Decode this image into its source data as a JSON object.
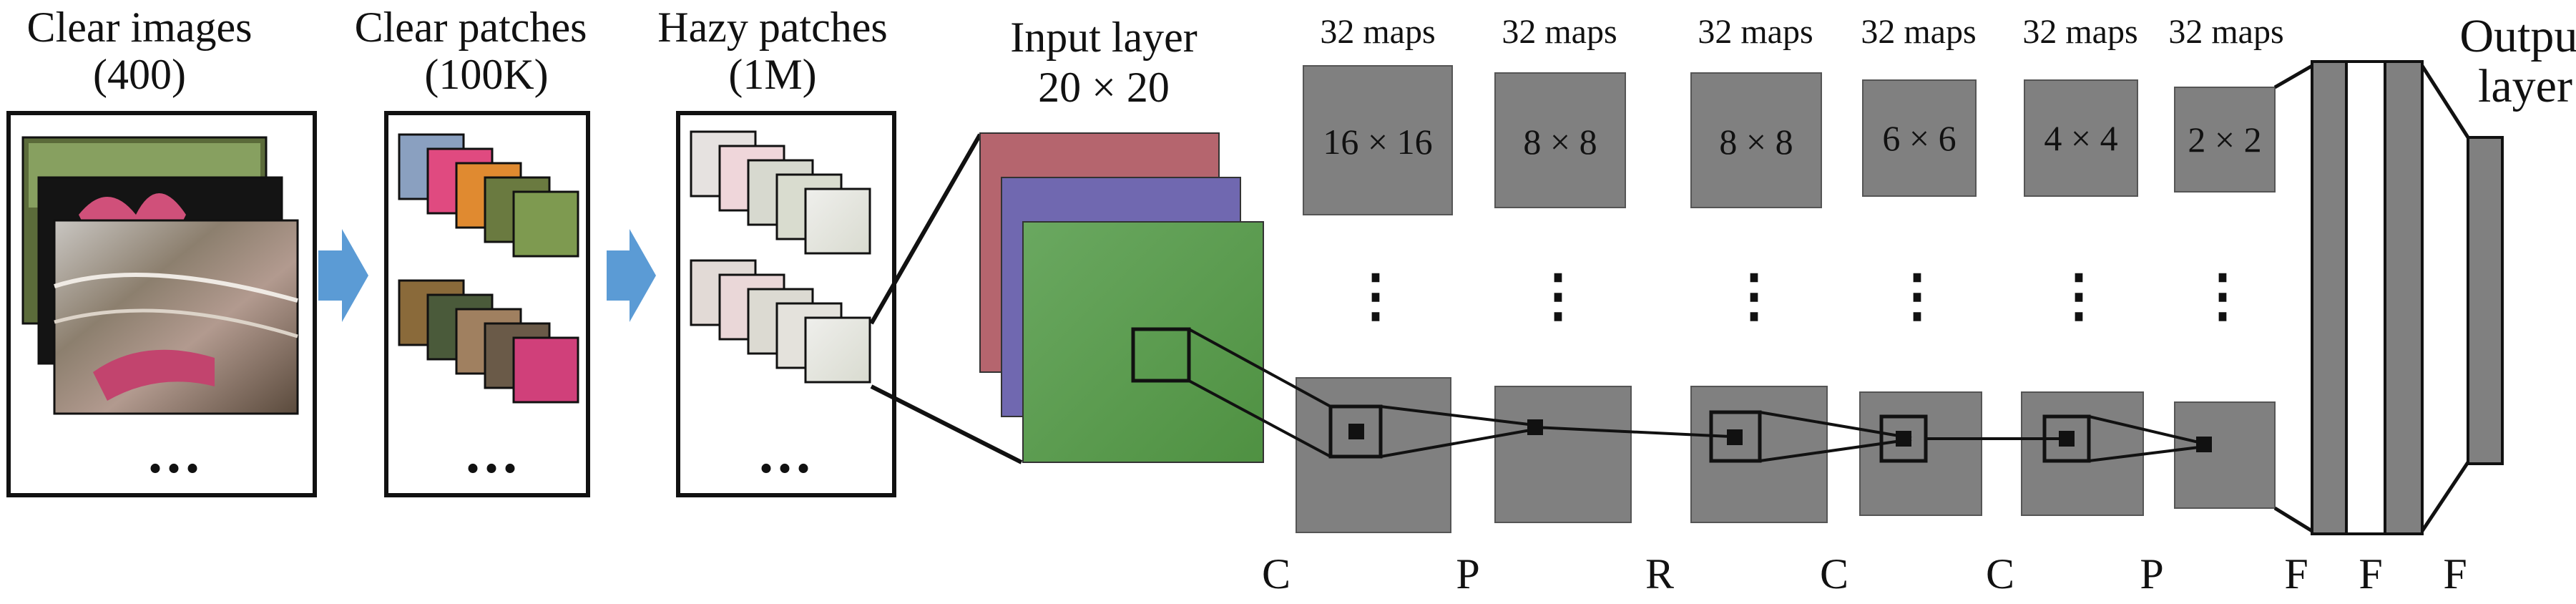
{
  "stages": {
    "clear_images": {
      "line1": "Clear images",
      "line2": "(400)",
      "more": "..."
    },
    "clear_patches": {
      "line1": "Clear patches",
      "line2": "(100K)",
      "more": "..."
    },
    "hazy_patches": {
      "line1": "Hazy patches",
      "line2": "(1M)",
      "more": "..."
    }
  },
  "input_layer": {
    "title": "Input layer",
    "size": "20 × 20"
  },
  "maps_labels": [
    "32 maps",
    "32 maps",
    "32 maps",
    "32 maps",
    "32 maps",
    "32 maps"
  ],
  "map_sizes": [
    "16 × 16",
    "8 × 8",
    "8 × 8",
    "6 × 6",
    "4 × 4",
    "2 × 2"
  ],
  "output_layer": {
    "line1": "Output",
    "line2": "layer"
  },
  "layer_types": [
    "C",
    "P",
    "R",
    "C",
    "C",
    "P",
    "F",
    "F",
    "F"
  ],
  "vdots": "⋮",
  "colors": {
    "map_fill": "#808080",
    "arrow_fill": "#5b9bd5",
    "input_top": "#b5656e",
    "input_mid": "#7068b0",
    "input_front": "#58a050"
  }
}
